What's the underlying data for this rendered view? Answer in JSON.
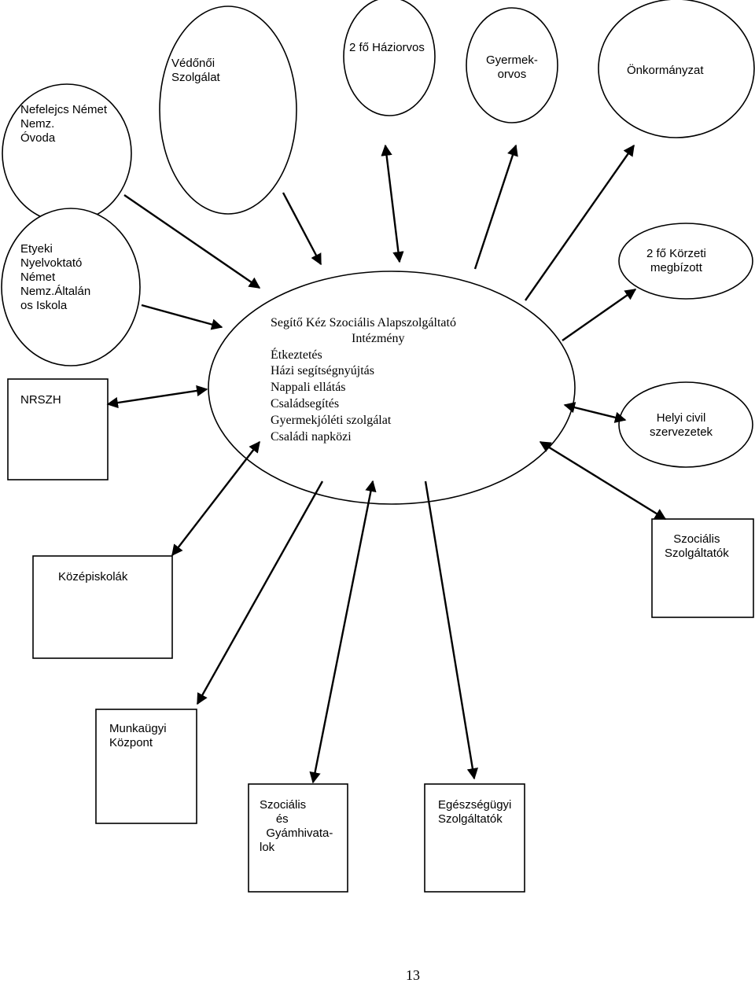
{
  "central": {
    "title": "Segítő Kéz Szociális Alapszolgáltató",
    "subtitle": "Intézmény",
    "services": [
      "Étkeztetés",
      "Házi segítségnyújtás",
      "Nappali ellátás",
      "Családsegítés",
      "Gyermekjóléti szolgálat",
      "Családi napközi"
    ]
  },
  "nodes": {
    "nefelejcs": "Nefelejcs Német\nNemz.\nÓvoda",
    "vedonoi": "Védőnői\nSzolgálat",
    "haziorvos": "2 fő Háziorvos",
    "gyermekorvos": "Gyermek-\norvos",
    "onkormanyzat": "Önkormányzat",
    "etyeki": "Etyeki\nNyelvoktató\nNémet\nNemz.Általán\nos Iskola",
    "korzeti": "2 fő Körzeti\nmegbízott",
    "nrszh": "NRSZH",
    "helyi_civil": "Helyi civil\nszervezetek",
    "kozepiskolak": "Középiskolák",
    "szocialis_szolgaltatok": "Szociális\nSzolgáltatók",
    "munkaugyi": "Munkaügyi\nKözpont",
    "gyamhivatal": "Szociális\n     és\n  Gyámhivata-\nlok",
    "egeszsegugyi": "Egészségügyi\nSzolgáltatók"
  },
  "page_number": "13",
  "colors": {
    "line": "#000000",
    "fill": "#ffffff",
    "text": "#000000"
  }
}
